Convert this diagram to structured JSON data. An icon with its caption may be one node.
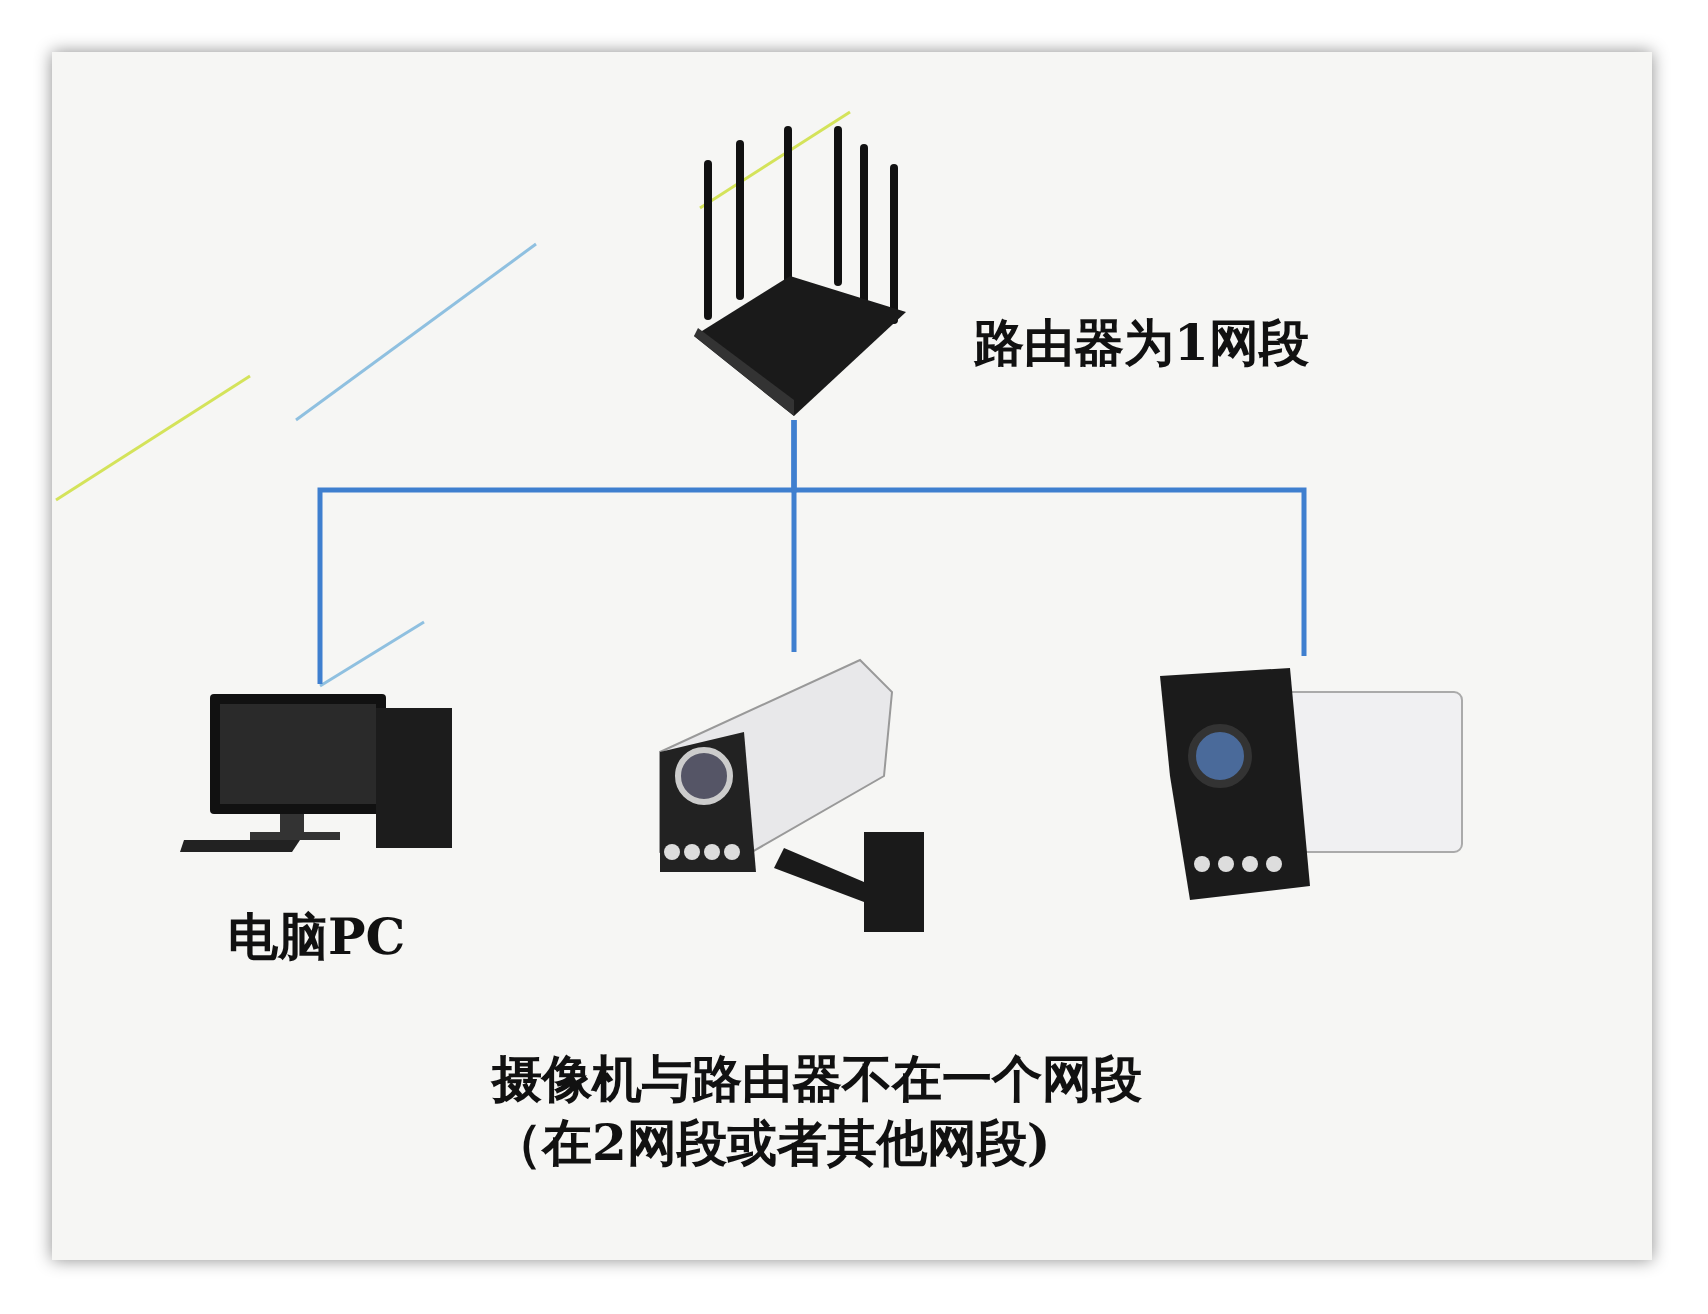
{
  "diagram": {
    "nodes": [
      {
        "text": [],
        "shape": "picture",
        "beside": [
          "路由器为1网段"
        ]
      },
      {
        "text": [],
        "shape": "picture",
        "beside": [
          "电脑PC"
        ]
      },
      {
        "text": [],
        "shape": "picture"
      },
      {
        "text": [],
        "shape": "picture"
      }
    ],
    "edges": [
      {
        "from": 0,
        "to": 1,
        "arrow": "none"
      },
      {
        "from": 0,
        "to": 2,
        "arrow": "none"
      },
      {
        "from": 0,
        "to": 3,
        "arrow": "none"
      }
    ],
    "labels": [
      "摄像机与路由器不在一个网段（在2网段或者其他网段)"
    ]
  }
}
